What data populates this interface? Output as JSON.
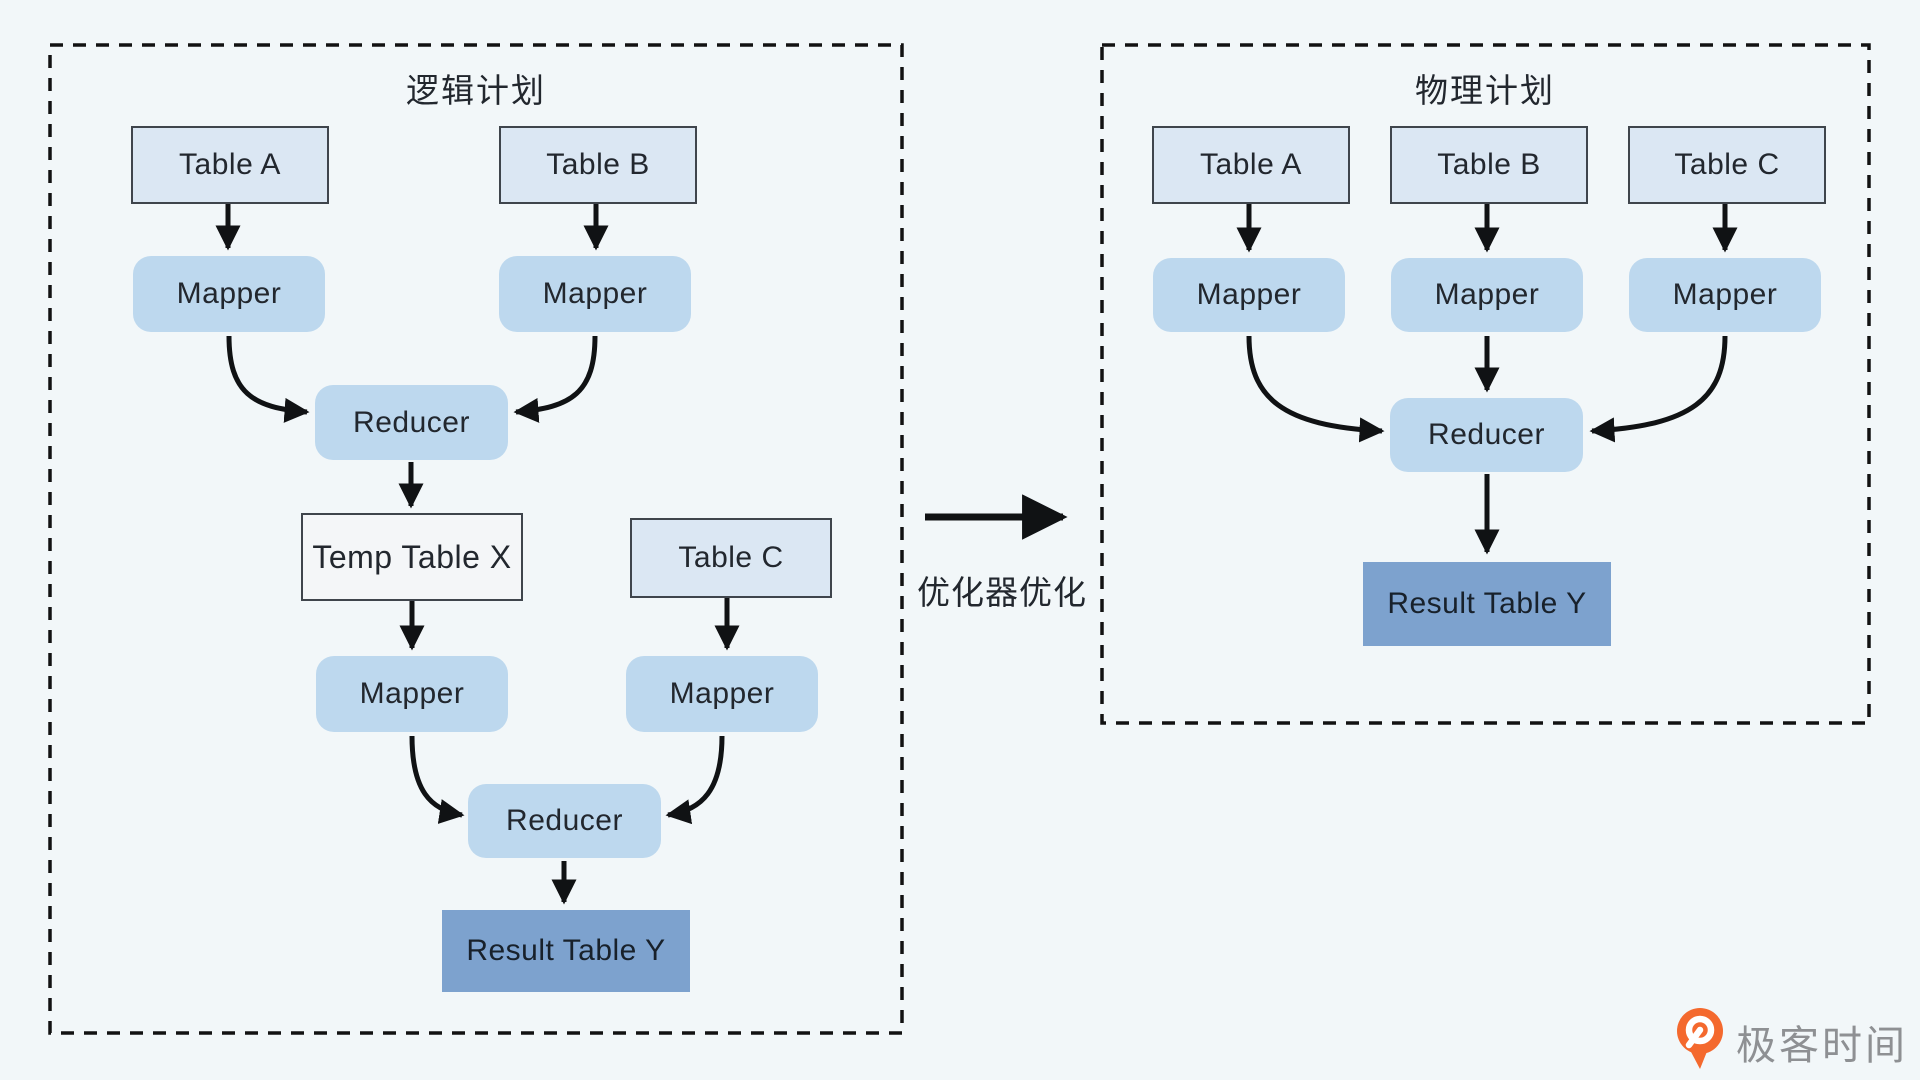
{
  "background_color": "#f2f7f9",
  "colors": {
    "bg": "#f2f7f9",
    "table_fill": "#dbe7f3",
    "temp_fill": "#f4f6f8",
    "process_fill": "#bdd8ee",
    "result_fill": "#7da2ce",
    "box_border": "#3f454c",
    "arrow": "#101214",
    "panel_border": "#121212",
    "text": "#22272e",
    "brand_text": "#8e9093",
    "brand_orange": "#f4692e"
  },
  "panels": {
    "logical": {
      "title": "逻辑计划",
      "nodes": {
        "tableA": "Table A",
        "tableB": "Table B",
        "mapperA": "Mapper",
        "mapperB": "Mapper",
        "reducer1": "Reducer",
        "tempTableX": "Temp Table X",
        "tableC": "Table C",
        "mapperC": "Mapper",
        "mapperD": "Mapper",
        "reducer2": "Reducer",
        "result": "Result Table Y"
      }
    },
    "physical": {
      "title": "物理计划",
      "nodes": {
        "tableA": "Table A",
        "tableB": "Table B",
        "tableC": "Table C",
        "mapperA": "Mapper",
        "mapperB": "Mapper",
        "mapperC": "Mapper",
        "reducer": "Reducer",
        "result": "Result Table Y"
      }
    }
  },
  "transition": {
    "label": "优化器优化"
  },
  "brand": {
    "name": "极客时间",
    "logo_icon": "geektime-pin-icon"
  }
}
